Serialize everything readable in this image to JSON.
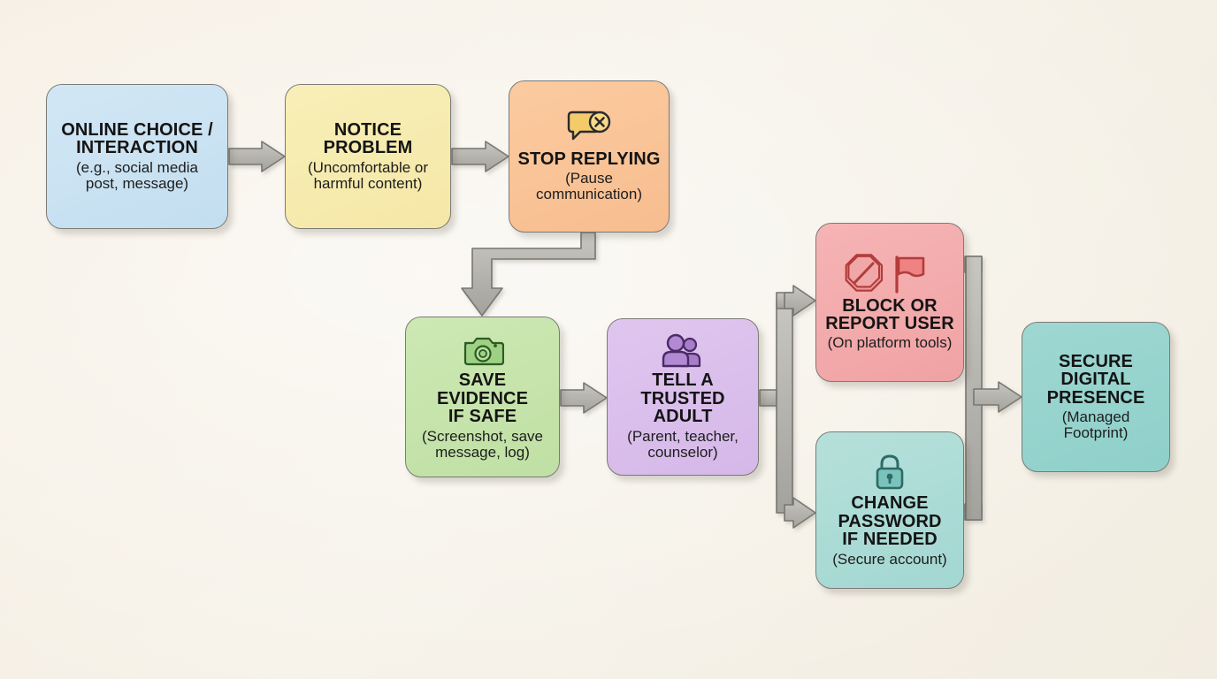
{
  "diagram": {
    "background_color": "#f6f2e9",
    "connector_color": "#b4b3ad",
    "connector_stroke": "#77776f",
    "nodes": [
      {
        "id": "online",
        "title": "ONLINE CHOICE /\nINTERACTION",
        "title_line1": "ONLINE CHOICE /",
        "title_line2": "INTERACTION",
        "subtitle_line1": "(e.g., social media",
        "subtitle_line2": "post, message)",
        "color": "#cbe4f2",
        "icon": ""
      },
      {
        "id": "notice",
        "title_line1": "NOTICE",
        "title_line2": "PROBLEM",
        "subtitle_line1": "(Uncomfortable or",
        "subtitle_line2": "harmful content)",
        "color": "#f7ecb0",
        "icon": ""
      },
      {
        "id": "stop",
        "title_line1": "STOP REPLYING",
        "title_line2": "",
        "subtitle_line1": "(Pause",
        "subtitle_line2": "communication)",
        "color": "#f9c49b",
        "icon": "speech-bubble-blocked-icon"
      },
      {
        "id": "save",
        "title_line1": "SAVE EVIDENCE",
        "title_line2": "IF SAFE",
        "subtitle_line1": "(Screenshot, save",
        "subtitle_line2": "message, log)",
        "color": "#c8e6ae",
        "icon": "camera-icon"
      },
      {
        "id": "tell",
        "title_line1": "TELL A TRUSTED",
        "title_line2": "ADULT",
        "subtitle_line1": "(Parent, teacher,",
        "subtitle_line2": "counselor)",
        "color": "#dbc0ec",
        "icon": "two-people-icon"
      },
      {
        "id": "block",
        "title_line1": "BLOCK OR",
        "title_line2": "REPORT USER",
        "subtitle_line1": "(On platform tools)",
        "subtitle_line2": "",
        "color": "#f3acac",
        "icon": "block-sign-and-flag-icon"
      },
      {
        "id": "password",
        "title_line1": "CHANGE",
        "title_line2": "PASSWORD",
        "title_line3": "IF NEEDED",
        "subtitle_line1": "(Secure account)",
        "subtitle_line2": "",
        "color": "#aeddd7",
        "icon": "padlock-icon"
      },
      {
        "id": "secure",
        "title_line1": "SECURE",
        "title_line2": "DIGITAL",
        "title_line3": "PRESENCE",
        "subtitle_line1": "(Managed",
        "subtitle_line2": "Footprint)",
        "color": "#97d3cd",
        "icon": ""
      }
    ],
    "edges": [
      {
        "from": "online",
        "to": "notice",
        "style": "straight-right"
      },
      {
        "from": "notice",
        "to": "stop",
        "style": "straight-right"
      },
      {
        "from": "stop",
        "to": "save",
        "style": "down-left-down"
      },
      {
        "from": "save",
        "to": "tell",
        "style": "straight-right"
      },
      {
        "from": "tell",
        "to": "block",
        "style": "right-split-up"
      },
      {
        "from": "tell",
        "to": "password",
        "style": "right-split-down"
      },
      {
        "from": "block",
        "to": "secure",
        "style": "merge-right"
      },
      {
        "from": "password",
        "to": "secure",
        "style": "merge-right"
      }
    ]
  }
}
